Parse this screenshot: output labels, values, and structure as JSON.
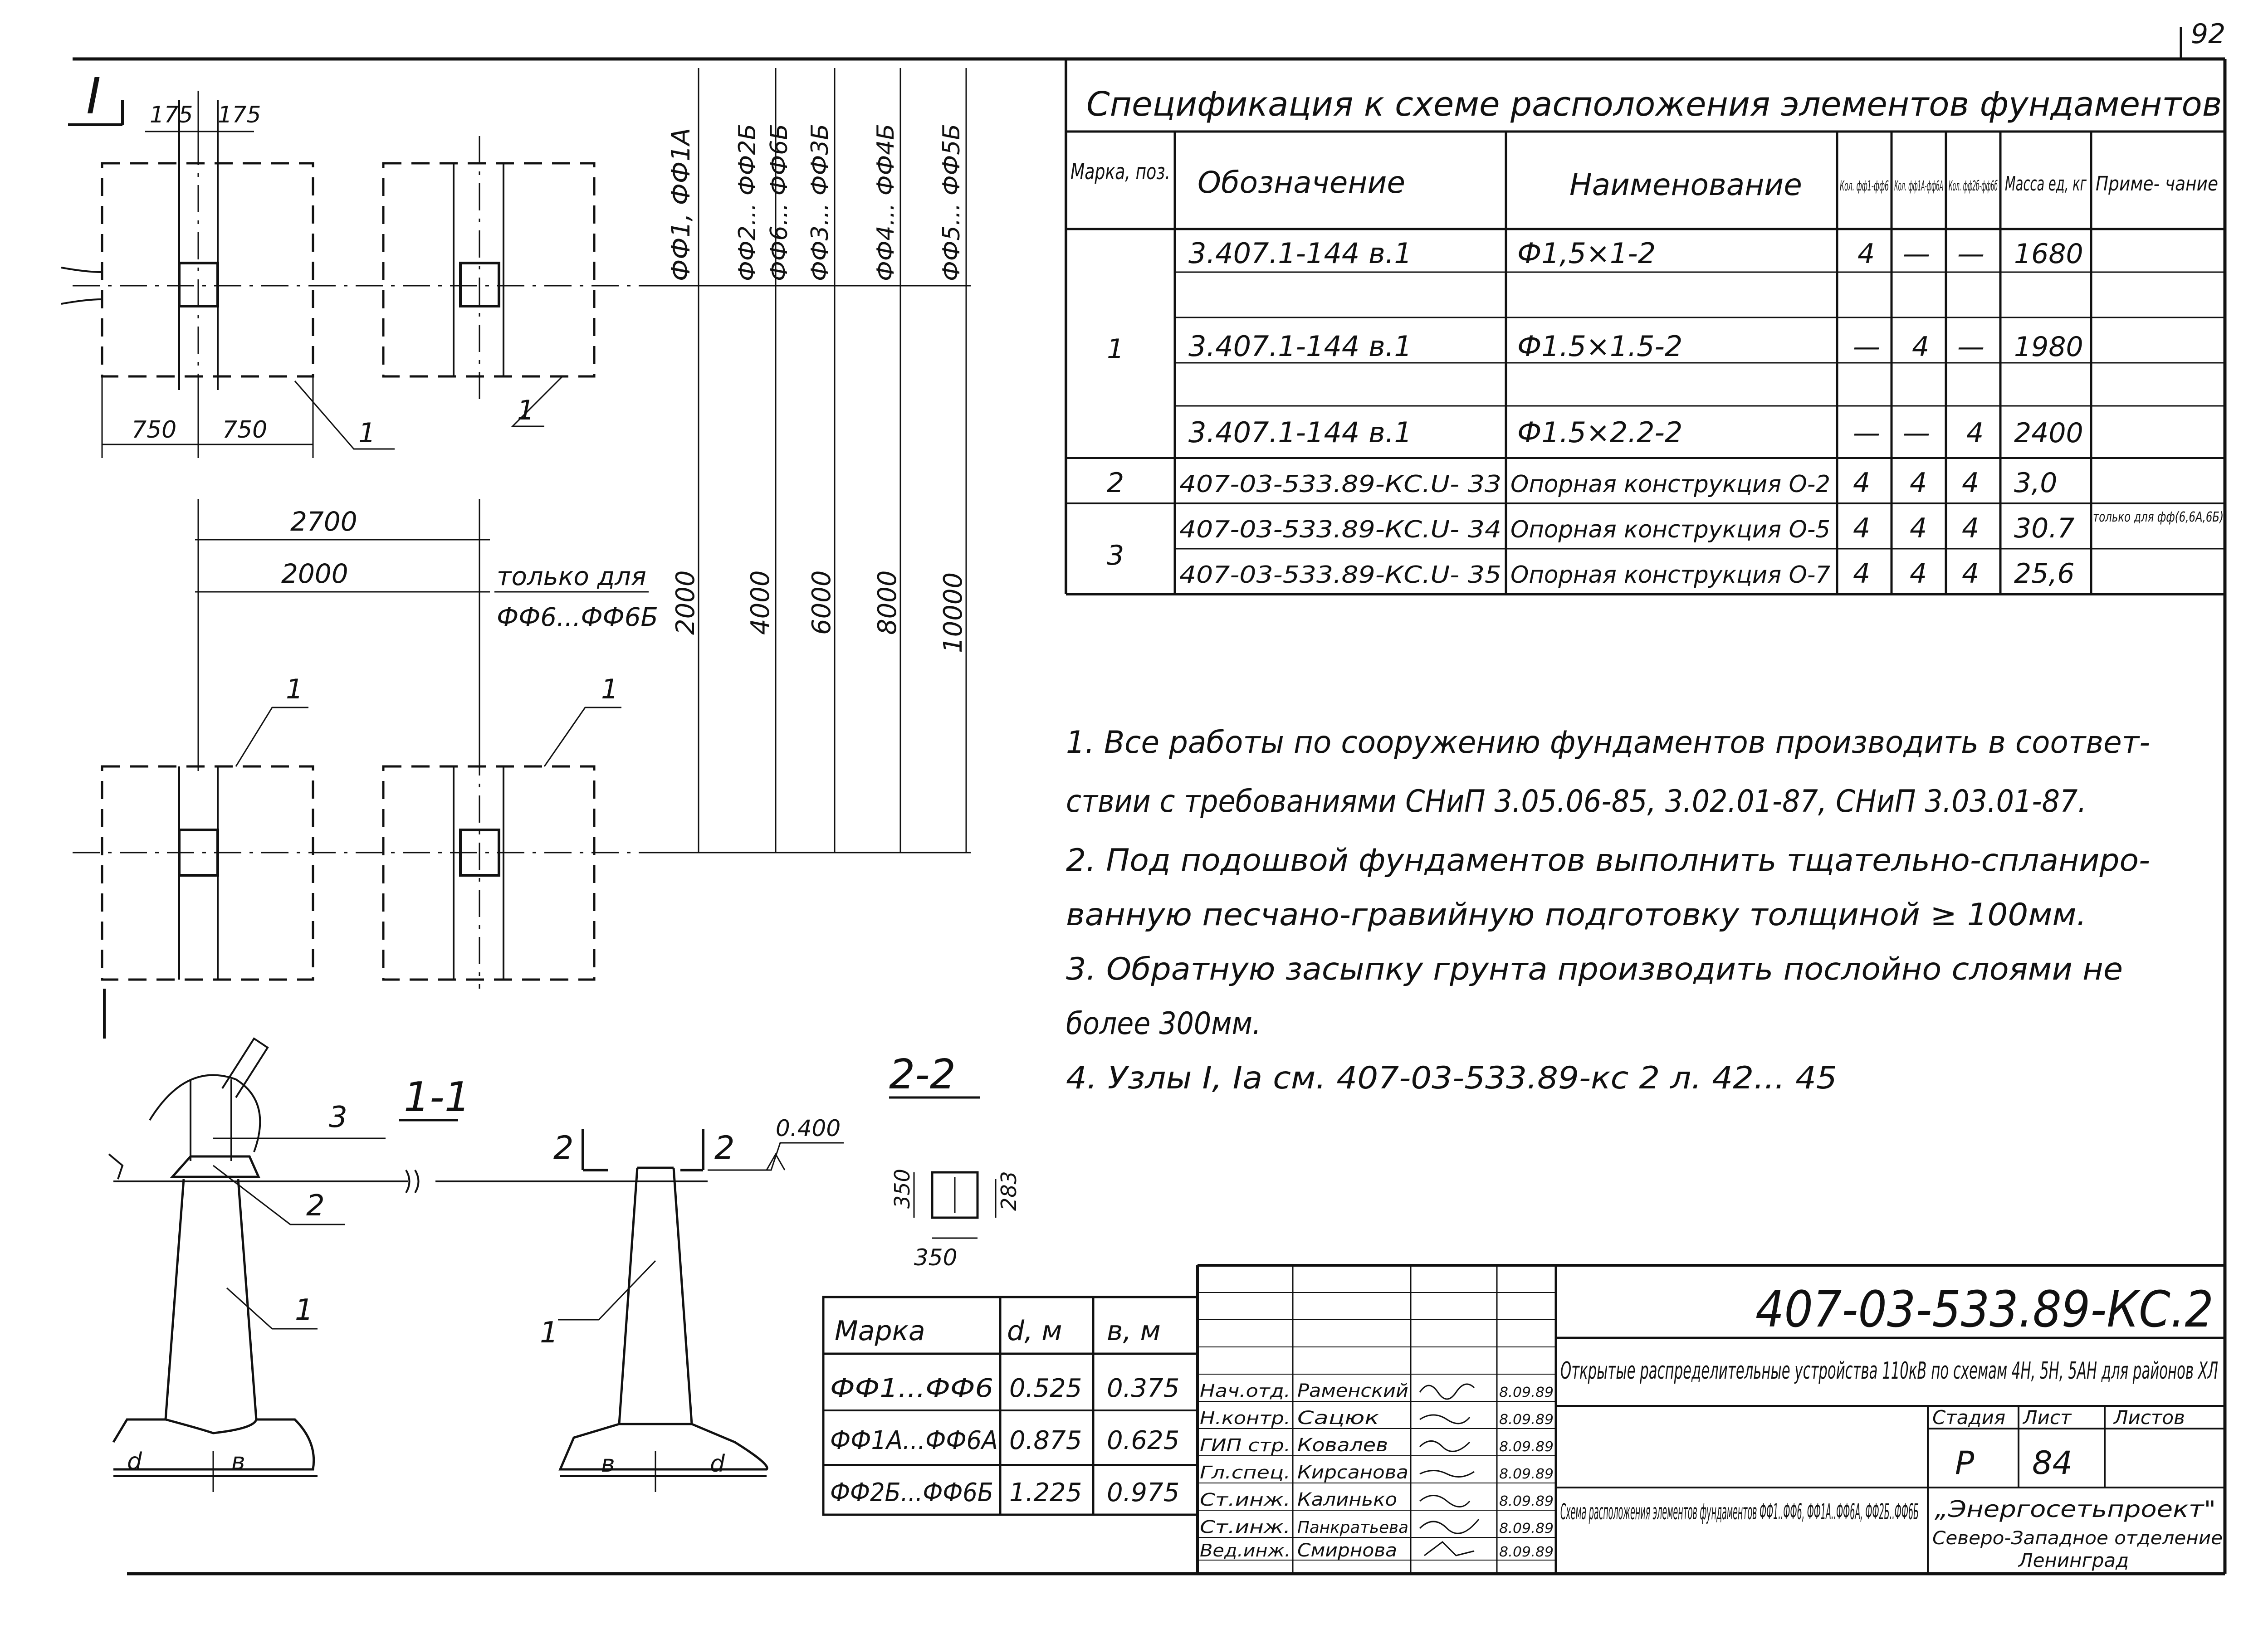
{
  "sheet_number_corner": "92",
  "spec_table": {
    "title": "Спецификация к схеме расположения элементов фундаментов",
    "headers": {
      "mark": "Марка, поз.",
      "designation": "Обозначение",
      "name": "Наименование",
      "qty1": "Кол. фф1-фф6",
      "qty2": "Кол. фф1А-фф6А",
      "qty3": "Кол. фф2б-фф6б",
      "mass": "Масса ед, кг",
      "note": "Приме- чание"
    },
    "rows": [
      {
        "mark": "1",
        "designation": "3.407.1-144 в.1",
        "name": "Ф1,5×1-2",
        "q1": "4",
        "q2": "—",
        "q3": "—",
        "mass": "1680",
        "note": ""
      },
      {
        "mark": "",
        "designation": "3.407.1-144 в.1",
        "name": "Ф1.5×1.5-2",
        "q1": "—",
        "q2": "4",
        "q3": "—",
        "mass": "1980",
        "note": ""
      },
      {
        "mark": "",
        "designation": "3.407.1-144 в.1",
        "name": "Ф1.5×2.2-2",
        "q1": "—",
        "q2": "—",
        "q3": "4",
        "mass": "2400",
        "note": ""
      },
      {
        "mark": "2",
        "designation": "407-03-533.89-КС.U- 33",
        "name": "Опорная конструкция О-2",
        "q1": "4",
        "q2": "4",
        "q3": "4",
        "mass": "3,0",
        "note": ""
      },
      {
        "mark": "3",
        "designation": "407-03-533.89-КС.U- 34",
        "name": "Опорная конструкция О-5",
        "q1": "4",
        "q2": "4",
        "q3": "4",
        "mass": "30.7",
        "note": "только для фф(6,6А,6Б)"
      },
      {
        "mark": "",
        "designation": "407-03-533.89-КС.U- 35",
        "name": "Опорная конструкция О-7",
        "q1": "4",
        "q2": "4",
        "q3": "4",
        "mass": "25,6",
        "note": ""
      }
    ]
  },
  "notes": [
    "1. Все работы по сооружению фундаментов производить в соответ-",
    "ствии с требованиями СНиП 3.05.06-85, 3.02.01-87, СНиП 3.03.01-87.",
    "2. Под подошвой фундаментов выполнить тщательно-спланиро-",
    "ванную песчано-гравийную подготовку толщиной ≥ 100мм.",
    "3. Обратную засыпку грунта производить послойно слоями не",
    "более 300мм.",
    "4. Узлы I, Iа см. 407-03-533.89-кс 2 л. 42... 45"
  ],
  "plan": {
    "view_mark": "I",
    "dim_175a": "175",
    "dim_175b": "175",
    "dim_750a": "750",
    "dim_750b": "750",
    "dim_2700": "2700",
    "dim_2000": "2000",
    "only_for_a": "только для",
    "only_for_b": "ФФ6...ФФ6Б",
    "callout_1": "1",
    "col_labels": [
      "ФФ1, ФФ1А",
      "ФФ2... ФФ2Б",
      "ФФ6... ФФ6Б",
      "ФФ3... ФФ3Б",
      "ФФ4... ФФ4Б",
      "ФФ5... ФФ5Б"
    ],
    "col_dims": [
      "2000",
      "4000",
      "6000",
      "8000",
      "10000"
    ]
  },
  "sections": {
    "s11": "1-1",
    "s22": "2-2",
    "elev": "0.400",
    "mark2": "2",
    "mark3": "3",
    "mark1": "1",
    "cut_a": "2",
    "cut_b": "2",
    "d_letter": "d",
    "b_letter": "в",
    "dim_350h": "350",
    "dim_283": "283",
    "dim_350w": "350"
  },
  "dims_table": {
    "headers": [
      "Марка",
      "d, м",
      "в, м"
    ],
    "rows": [
      [
        "ФФ1...ФФ6",
        "0.525",
        "0.375"
      ],
      [
        "ФФ1А...ФФ6А",
        "0.875",
        "0.625"
      ],
      [
        "ФФ2Б...ФФ6Б",
        "1.225",
        "0.975"
      ]
    ]
  },
  "title_block": {
    "code": "407-03-533.89-КС.2",
    "project": "Открытые распределительные устройства 110кВ по схемам 4Н, 5Н, 5АН для районов ХЛ",
    "sheet_title": "Схема расположения элементов фундаментов ФФ1..ФФ6, ФФ1А..ФФ6А, ФФ2Б..ФФ6Б",
    "stage_label": "Стадия",
    "sheet_label": "Лист",
    "sheets_label": "Листов",
    "stage": "Р",
    "sheet": "84",
    "org": "„Энергосетьпроект\"",
    "org2": "Северо-Западное отделение",
    "org3": "Ленинград",
    "people": [
      {
        "role": "Нач.отд.",
        "name": "Раменский",
        "date": "8.09.89"
      },
      {
        "role": "Н.контр.",
        "name": "Сацюк",
        "date": "8.09.89"
      },
      {
        "role": "ГИП стр.",
        "name": "Ковалев",
        "date": "8.09.89"
      },
      {
        "role": "Гл.спец.",
        "name": "Кирсанова",
        "date": "8.09.89"
      },
      {
        "role": "Ст.инж.",
        "name": "Калинько",
        "date": "8.09.89"
      },
      {
        "role": "Ст.инж.",
        "name": "Панкратьева",
        "date": "8.09.89"
      },
      {
        "role": "Вед.инж.",
        "name": "Смирнова",
        "date": "8.09.89"
      }
    ]
  }
}
